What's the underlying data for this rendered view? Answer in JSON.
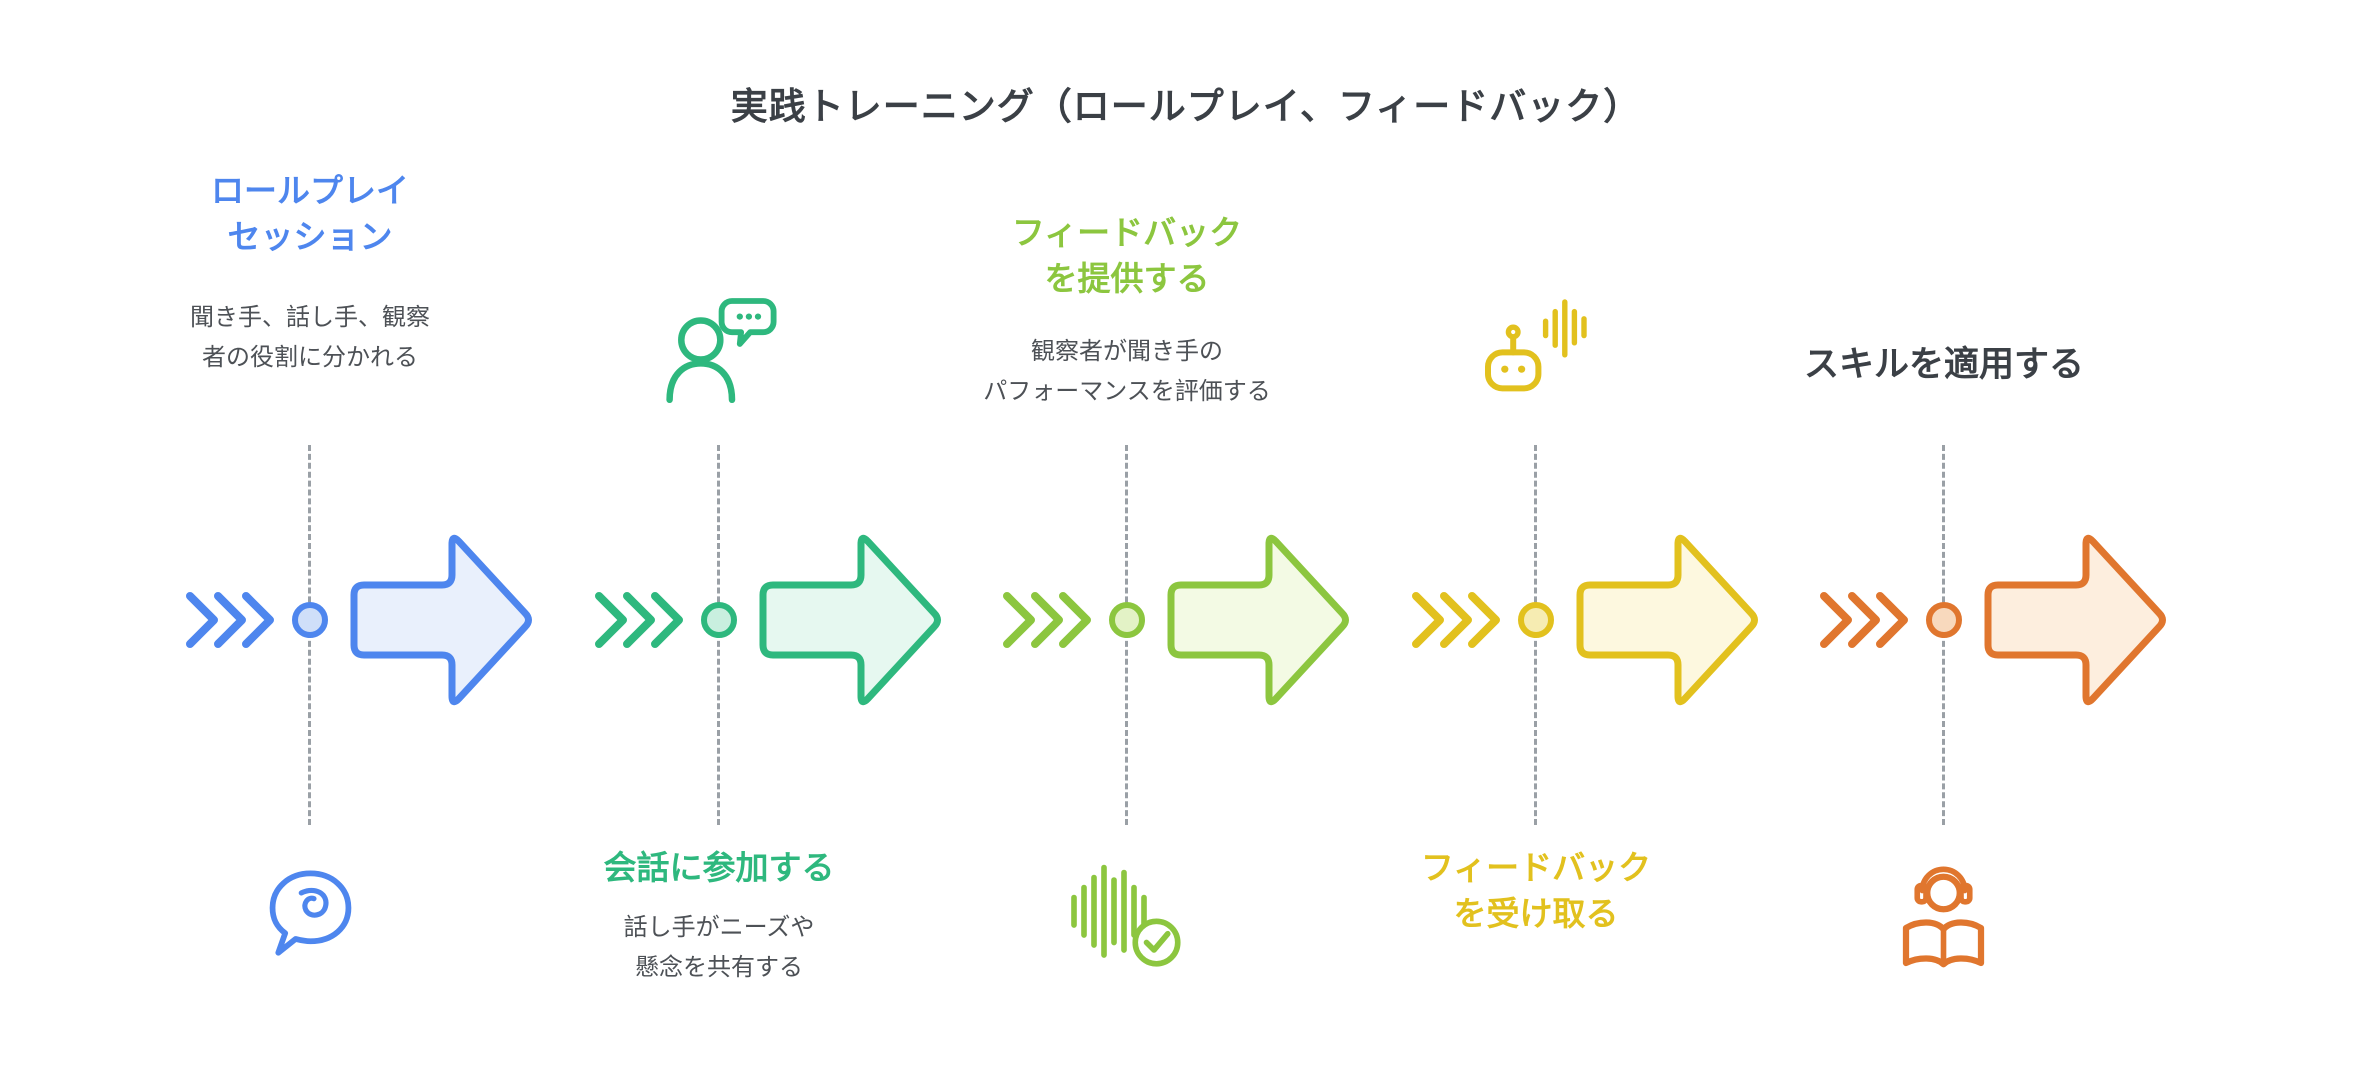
{
  "title": "実践トレーニング（ロールプレイ、フィードバック）",
  "colors": {
    "blue": "#4e86ee",
    "green": "#2eb87e",
    "lime": "#8cc63f",
    "yellow": "#e2c11e",
    "orange": "#e0762e",
    "title_text": "#3b4046",
    "description_text": "#4d5156",
    "connector": "#9aa0a6"
  },
  "stages": [
    {
      "name": "roleplay-session",
      "label": "ロールプレイ\nセッション",
      "description": "聞き手、話し手、観察\n者の役割に分かれる",
      "icon": "speech-bubble-icon",
      "color": "#4e86ee"
    },
    {
      "name": "join-conversation",
      "label": "会話に参加する",
      "description": "話し手がニーズや\n懸念を共有する",
      "icon": "person-speech-icon",
      "color": "#2eb87e"
    },
    {
      "name": "provide-feedback",
      "label": "フィードバック\nを提供する",
      "description": "観察者が聞き手の\nパフォーマンスを評価する",
      "icon": "waveform-check-icon",
      "color": "#8cc63f"
    },
    {
      "name": "receive-feedback",
      "label": "フィードバック\nを受け取る",
      "description": "",
      "icon": "robot-voice-icon",
      "color": "#e2c11e"
    },
    {
      "name": "apply-skills",
      "label": "スキルを適用する",
      "description": "",
      "icon": "reading-headphones-icon",
      "color": "#e0762e"
    }
  ]
}
